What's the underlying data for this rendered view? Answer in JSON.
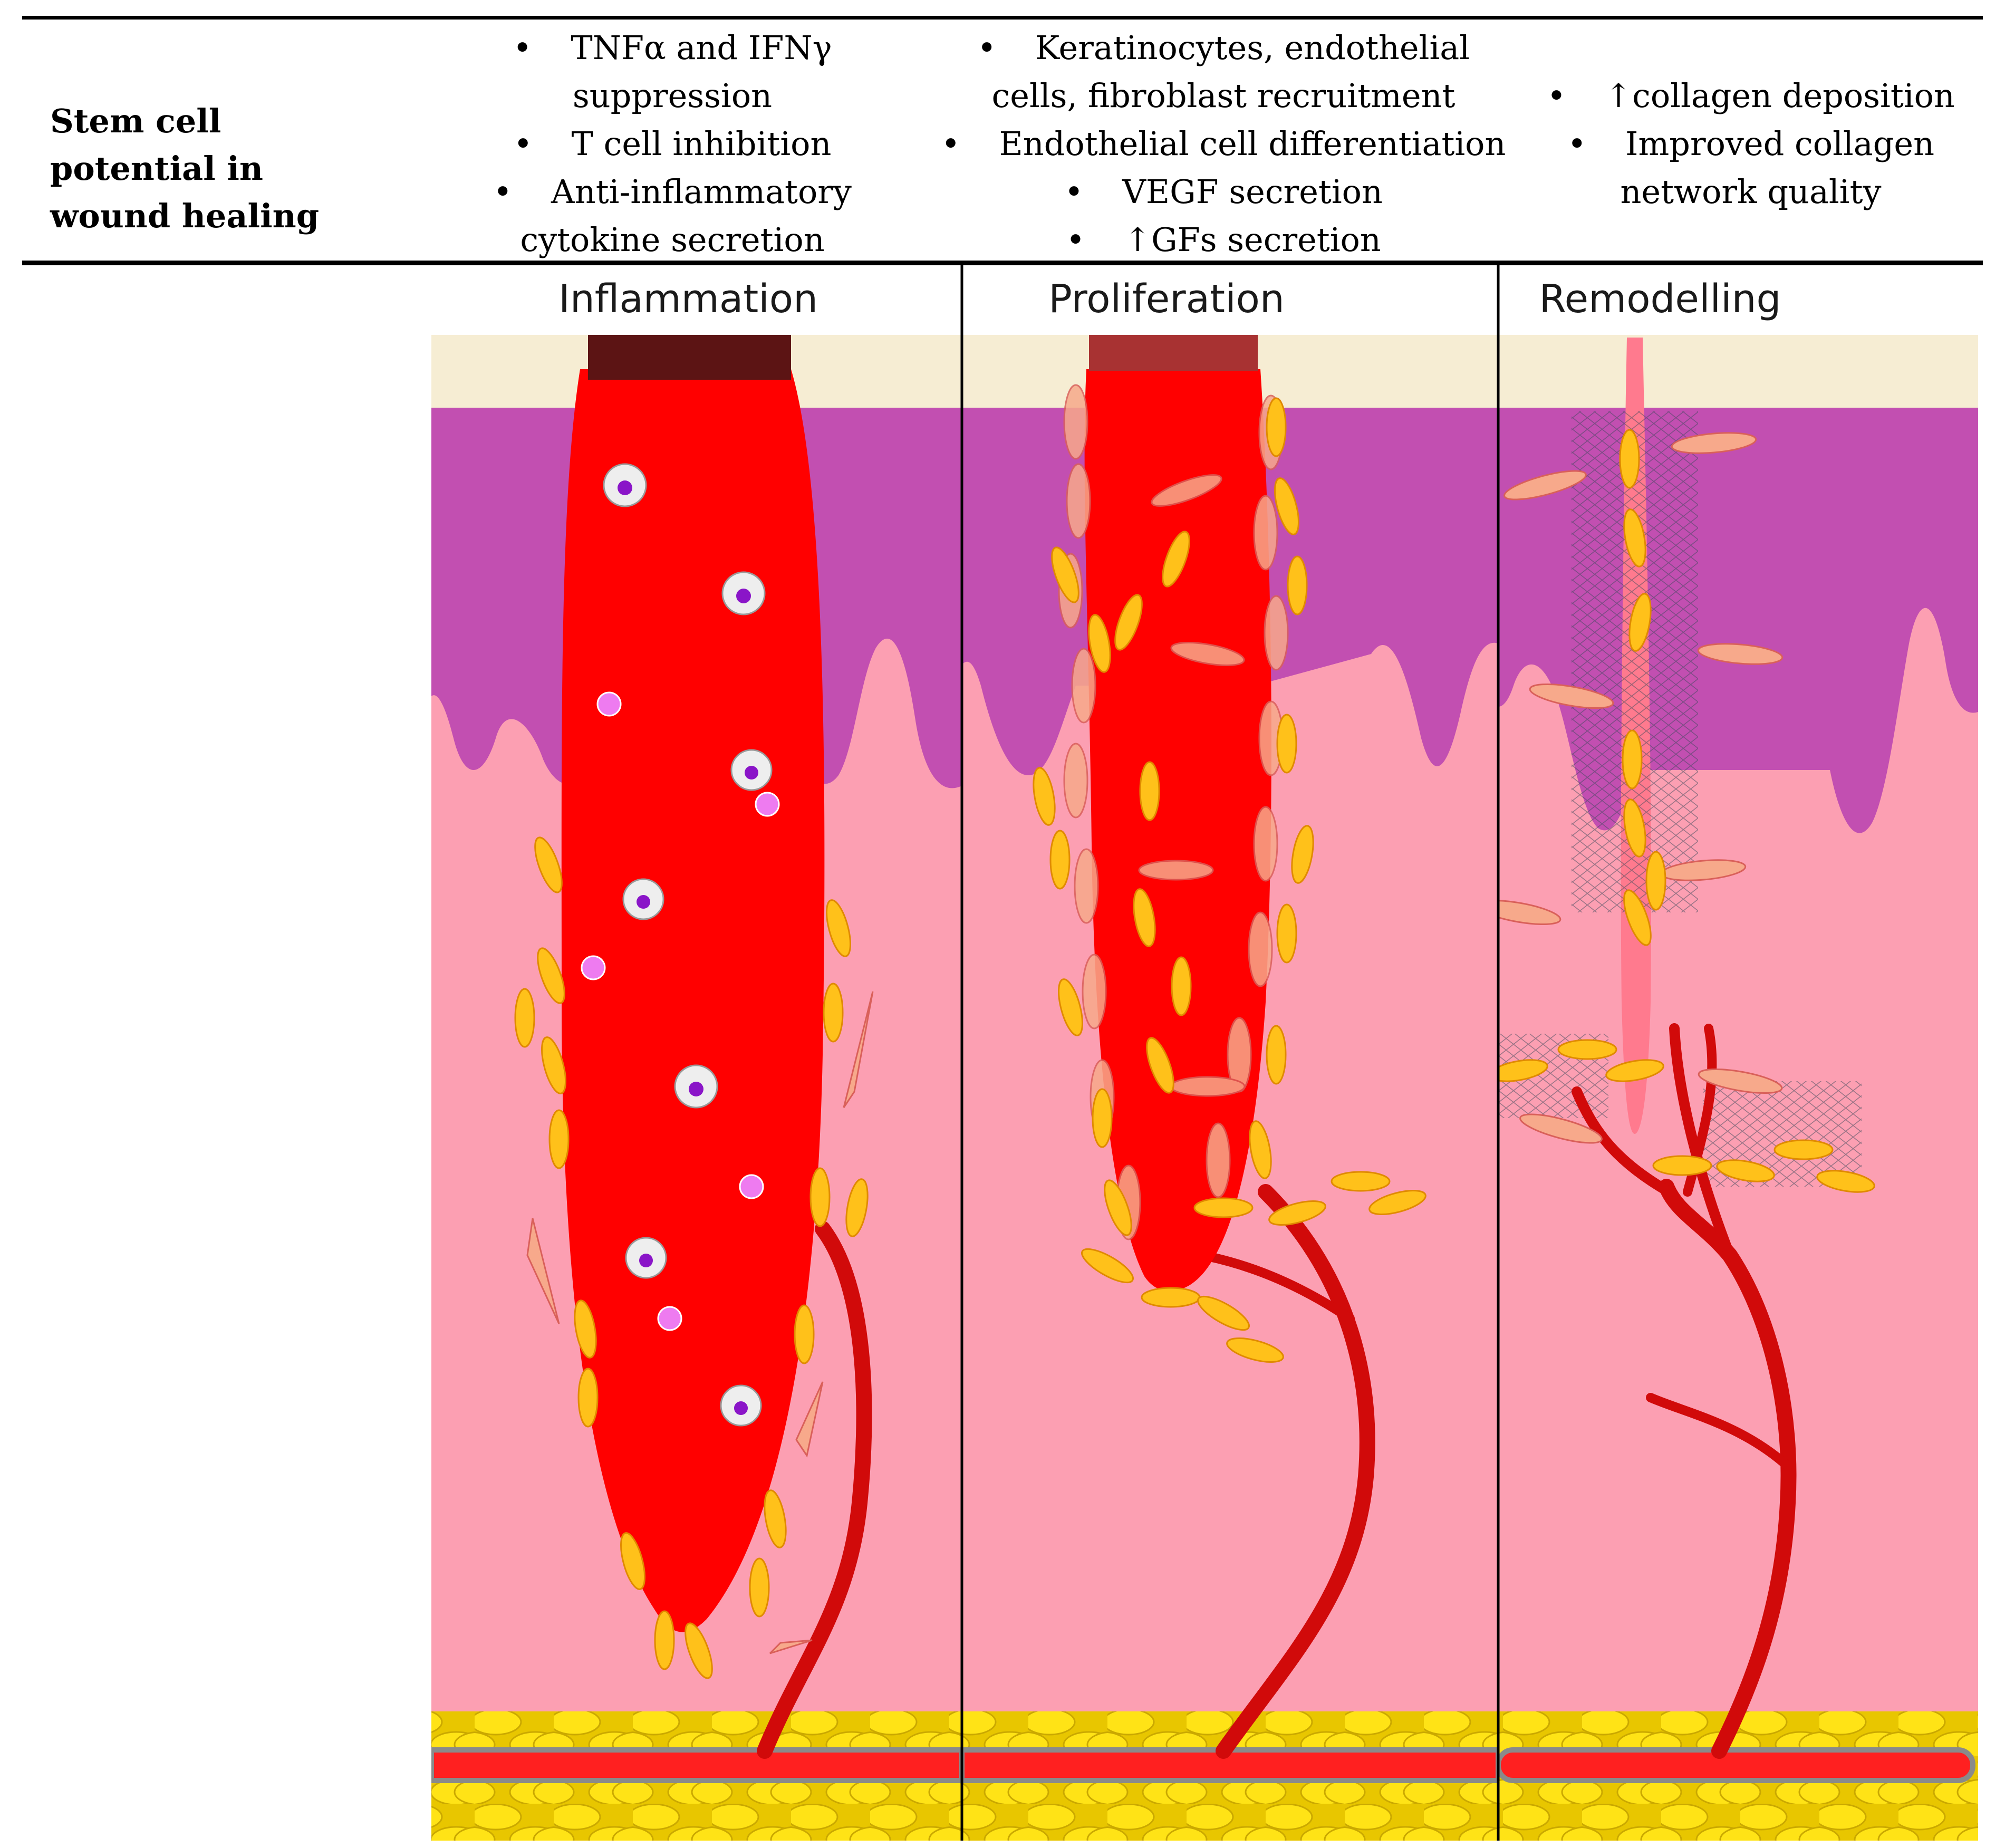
{
  "row_label": "Stem cell potential in wound healing",
  "columns": [
    {
      "items": [
        "TNFα and IFNγ suppression",
        "T cell inhibition",
        "Anti-inflammatory cytokine secretion"
      ]
    },
    {
      "items": [
        "Keratinocytes, endothelial cells, fibroblast recruitment",
        "Endothelial cell differentiation",
        "VEGF secretion",
        "↑GFs secretion"
      ]
    },
    {
      "items": [
        "↑collagen deposition",
        "Improved collagen network quality"
      ]
    }
  ],
  "phases": [
    "Inflammation",
    "Proliferation",
    "Remodelling"
  ],
  "colors": {
    "scab": "#f6edd3",
    "epidermis": "#c24fb1",
    "dermis": "#fc9fb2",
    "fat": "#ffdf10",
    "blood": "#ff0000",
    "vessel": "#d10a0a",
    "fibroblast": "#f7a98b",
    "keratinocyte": "#ffc11a"
  }
}
